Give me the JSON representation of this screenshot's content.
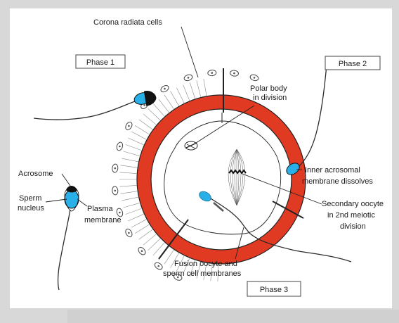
{
  "colors": {
    "zona_pellucida": "#e03a22",
    "sperm_head": "#2ab0e8",
    "cell_outline": "#222222",
    "background": "#ffffff"
  },
  "phase_labels": {
    "phase1": "Phase 1",
    "phase2": "Phase 2",
    "phase3": "Phase 3"
  },
  "labels": {
    "corona_radiata": "Corona radiata cells",
    "polar_body_line1": "Polar body",
    "polar_body_line2": "in division",
    "acrosome": "Acrosome",
    "sperm_nucleus_line1": "Sperm",
    "sperm_nucleus_line2": "nucleus",
    "plasma_membrane_line1": "Plasma",
    "plasma_membrane_line2": "membrane",
    "inner_acrosomal_line1": "Inner acrosomal",
    "inner_acrosomal_line2": "membrane dissolves",
    "secondary_oocyte_line1": "Secondary oocyte",
    "secondary_oocyte_line2": "in 2nd meiotic",
    "secondary_oocyte_line3": "division",
    "fusion_line1": "Fusion oocyte and",
    "fusion_line2": "sperm cell membranes"
  }
}
